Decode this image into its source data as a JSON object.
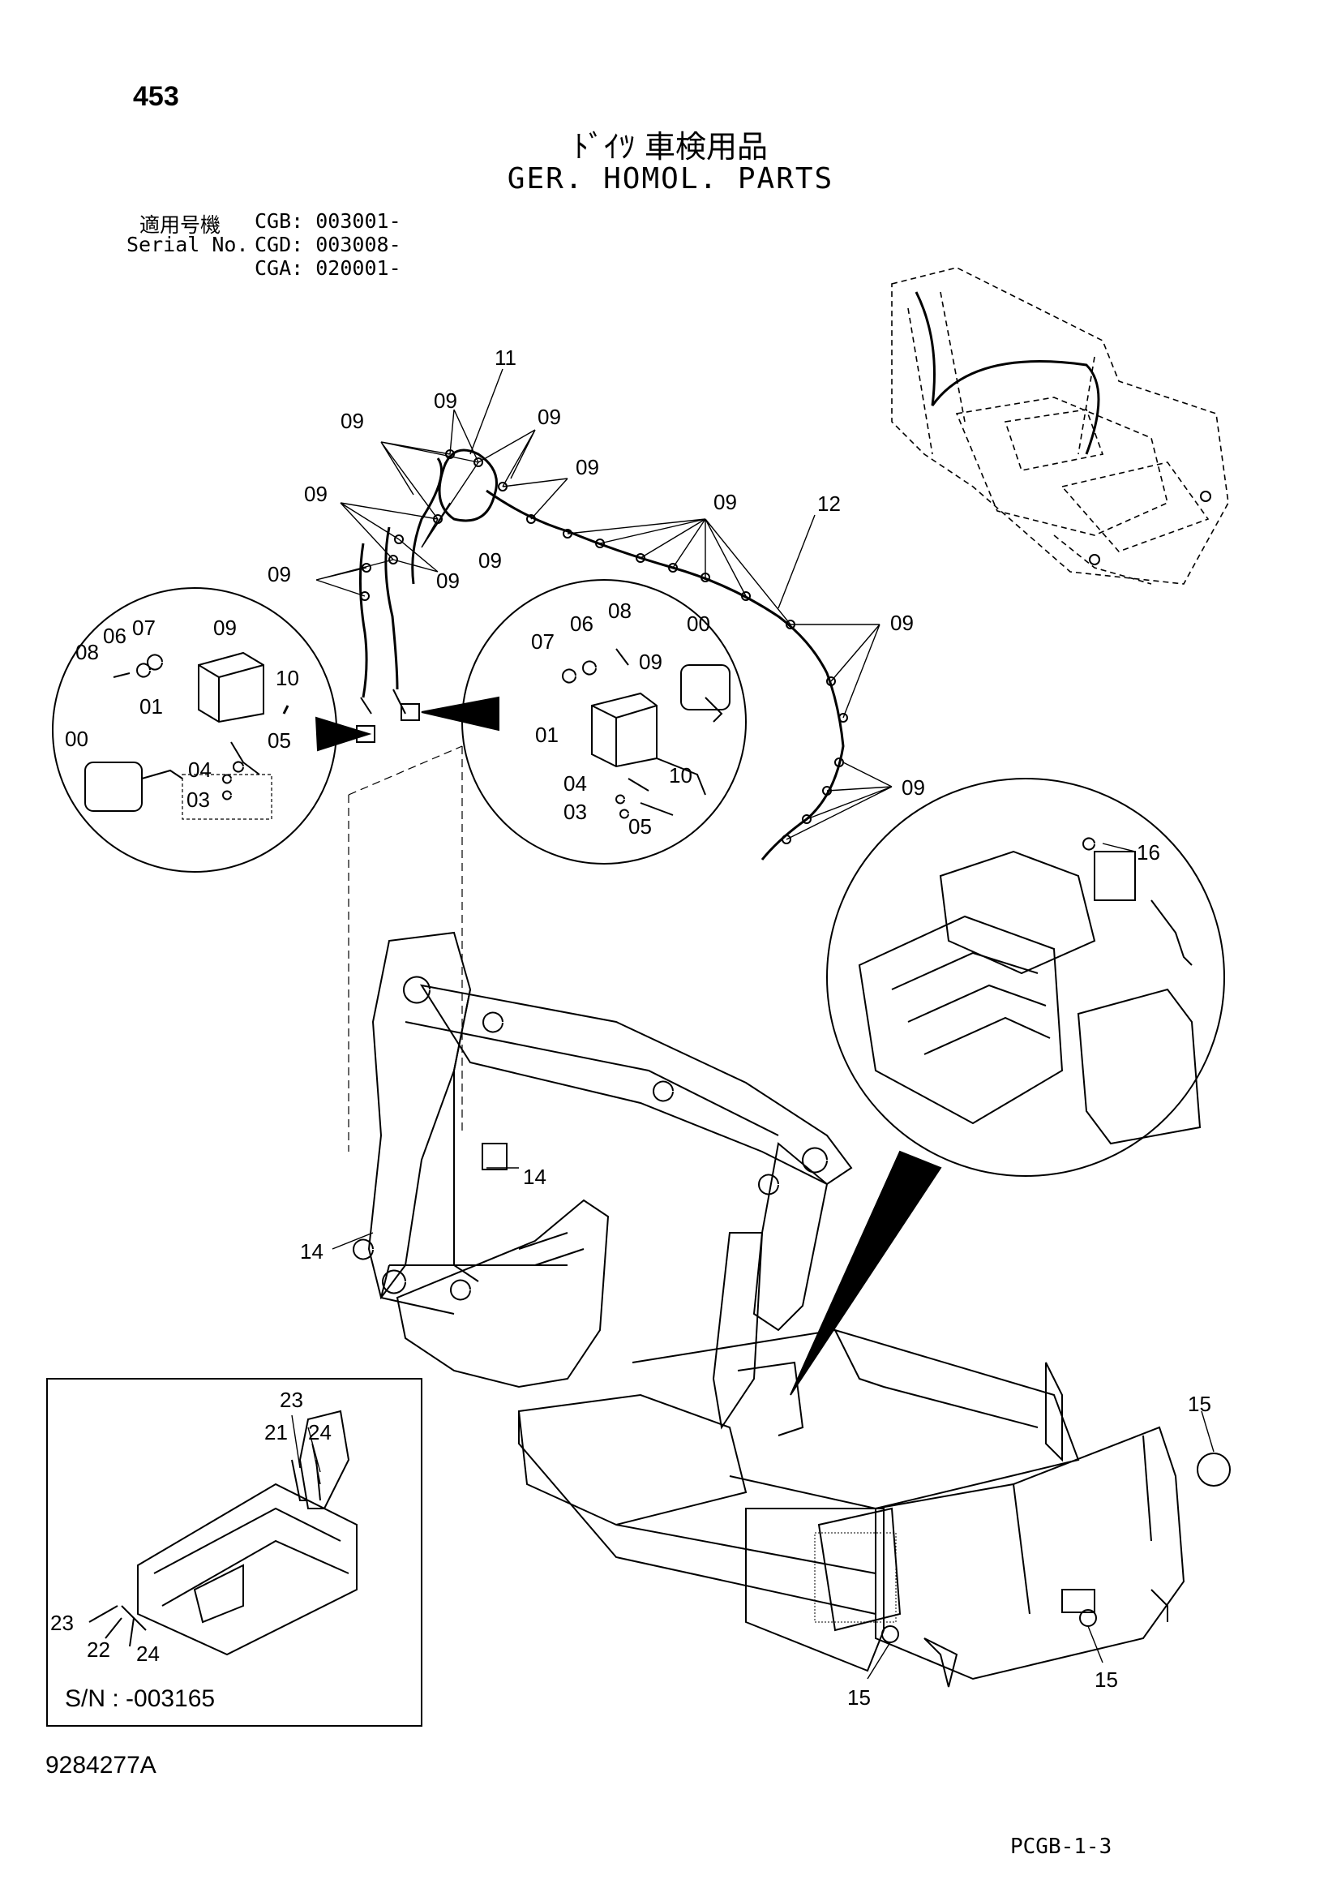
{
  "header": {
    "page_number": "453",
    "title_jp": "ﾄﾞｲﾂ 車検用品",
    "title_en": "GER. HOMOL. PARTS",
    "serial": {
      "label_jp": "適用号機",
      "label_en": "Serial No.",
      "entries": [
        "CGB: 003001-",
        "CGD: 003008-",
        "CGA: 020001-"
      ]
    }
  },
  "callouts": {
    "c00": "00",
    "c01": "01",
    "c03": "03",
    "c04": "04",
    "c05": "05",
    "c06": "06",
    "c07": "07",
    "c08": "08",
    "c09": "09",
    "c10": "10",
    "c11": "11",
    "c12": "12",
    "c14": "14",
    "c15": "15",
    "c16": "16",
    "c21": "21",
    "c22": "22",
    "c23": "23",
    "c24": "24"
  },
  "inset": {
    "serial_note": "S/N : -003165"
  },
  "footer": {
    "doc_number": "9284277A",
    "page_code": "PCGB-1-3"
  }
}
